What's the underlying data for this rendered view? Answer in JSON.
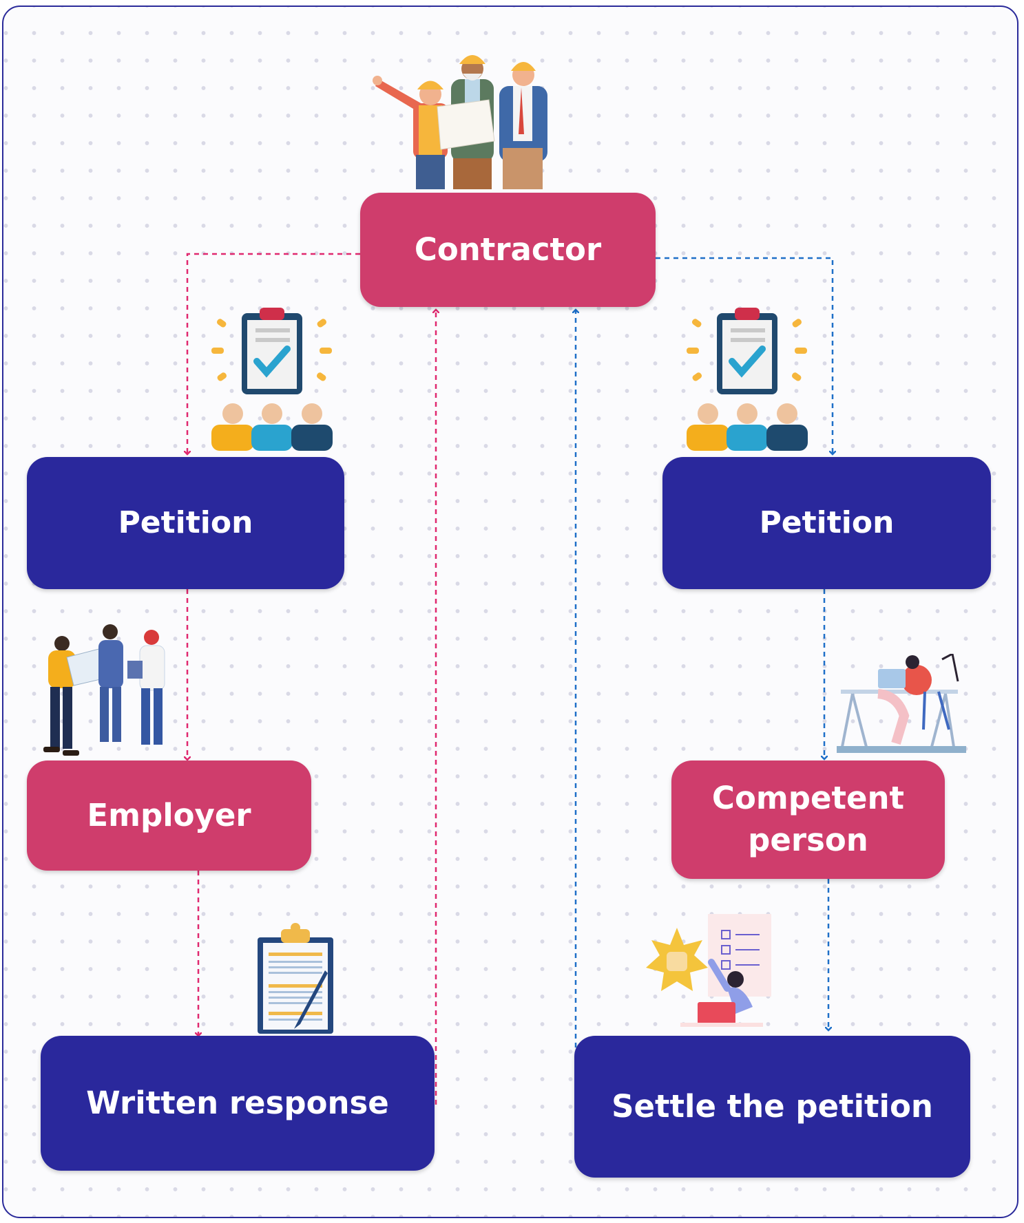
{
  "diagram": {
    "nodes": {
      "contractor": "Contractor",
      "petition_left": "Petition",
      "petition_right": "Petition",
      "employer": "Employer",
      "competent_person": "Competent person",
      "written_response": "Written response",
      "settle": "Settle the petition"
    },
    "colors": {
      "pink_node": "#cf3d6c",
      "navy_node": "#2a289c",
      "pink_connector": "#e0286f",
      "blue_connector": "#1e6fc8",
      "frame_border": "#2a2a9a"
    },
    "icons": [
      "construction-workers-illustration",
      "petition-clipboard-icon",
      "petition-clipboard-icon",
      "employer-team-illustration",
      "person-at-desk-illustration",
      "written-document-icon",
      "checklist-thumbs-up-illustration"
    ]
  }
}
